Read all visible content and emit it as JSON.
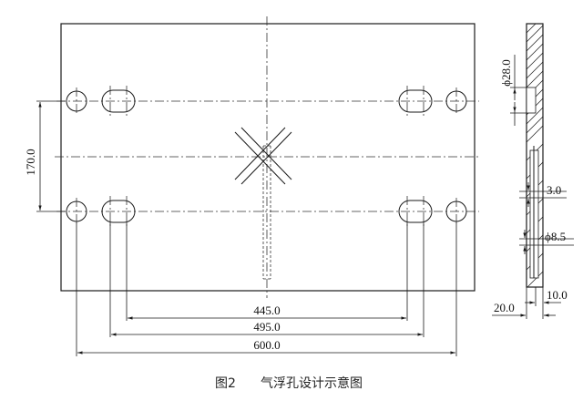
{
  "dimensions": {
    "d445": "445.0",
    "d495": "495.0",
    "d600": "600.0",
    "d170": "170.0",
    "phi28": "ϕ28.0",
    "d3": "3.0",
    "phi85": "ϕ8.5",
    "d20": "20.0",
    "d10": "10.0"
  },
  "caption": {
    "label": "图2",
    "title": "气浮孔设计示意图"
  }
}
